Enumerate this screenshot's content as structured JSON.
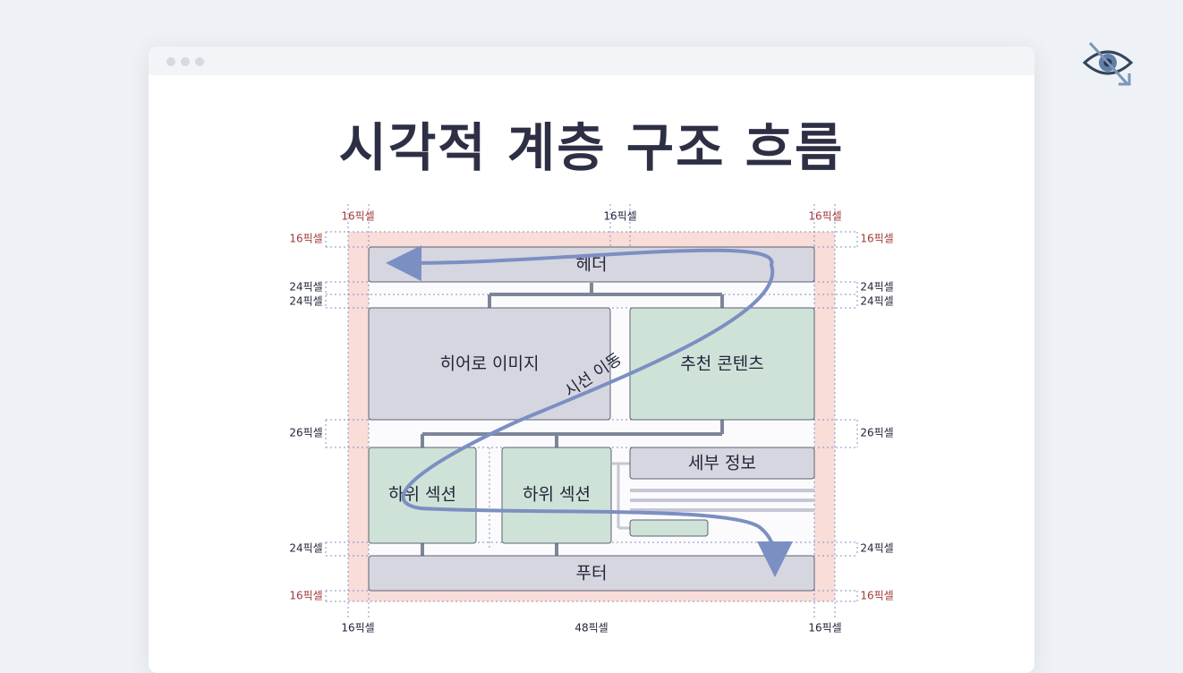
{
  "title": "시각적 계층 구조 흐름",
  "eye_icon": "eye-slash-arrow-icon",
  "blocks": {
    "header": "헤더",
    "hero": "히어로 이미지",
    "recommended": "추천 콘텐츠",
    "sub1": "하위 섹션",
    "sub2": "하위 섹션",
    "details": "세부 정보",
    "footer": "푸터"
  },
  "flow_label": "시선 이동",
  "measures": {
    "top_left": "16픽셀",
    "top_center": "16픽셀",
    "top_right": "16픽셀",
    "left_16_top": "16픽셀",
    "left_24_a": "24픽셀",
    "left_24_b": "24픽셀",
    "left_26": "26픽셀",
    "left_24_c": "24픽셀",
    "left_16_bottom": "16픽셀",
    "right_16_top": "16픽셀",
    "right_24_a": "24픽셀",
    "right_24_b": "24픽셀",
    "right_26": "26픽셀",
    "right_24_c": "24픽셀",
    "right_16_bottom": "16픽셀",
    "bottom_left": "16픽셀",
    "bottom_center": "48픽셀",
    "bottom_right": "16픽셀"
  },
  "colors": {
    "gray_block": "#d6d6e0",
    "green_block": "#cfe2d8",
    "margin_pink": "#f8ddd8",
    "connector": "#7d8598",
    "flow": "#7b8fc2",
    "red_text": "#a23a3a"
  }
}
